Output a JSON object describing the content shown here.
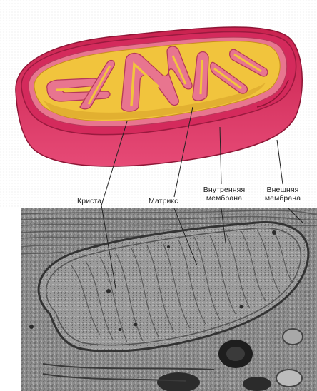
{
  "labels": {
    "crista": "Криста",
    "matrix": "Матрикс",
    "inner_membrane_line1": "Внутренняя",
    "inner_membrane_line2": "мембрана",
    "outer_membrane_line1": "Внешняя",
    "outer_membrane_line2": "мембрана"
  },
  "colors": {
    "outer_membrane": "#d42a5c",
    "outer_membrane_dark": "#a81a42",
    "inner_membrane": "#e8758f",
    "matrix": "#f1c43d",
    "matrix_shade": "#d9a42a",
    "micrograph_gray": "#8a8a8a"
  }
}
